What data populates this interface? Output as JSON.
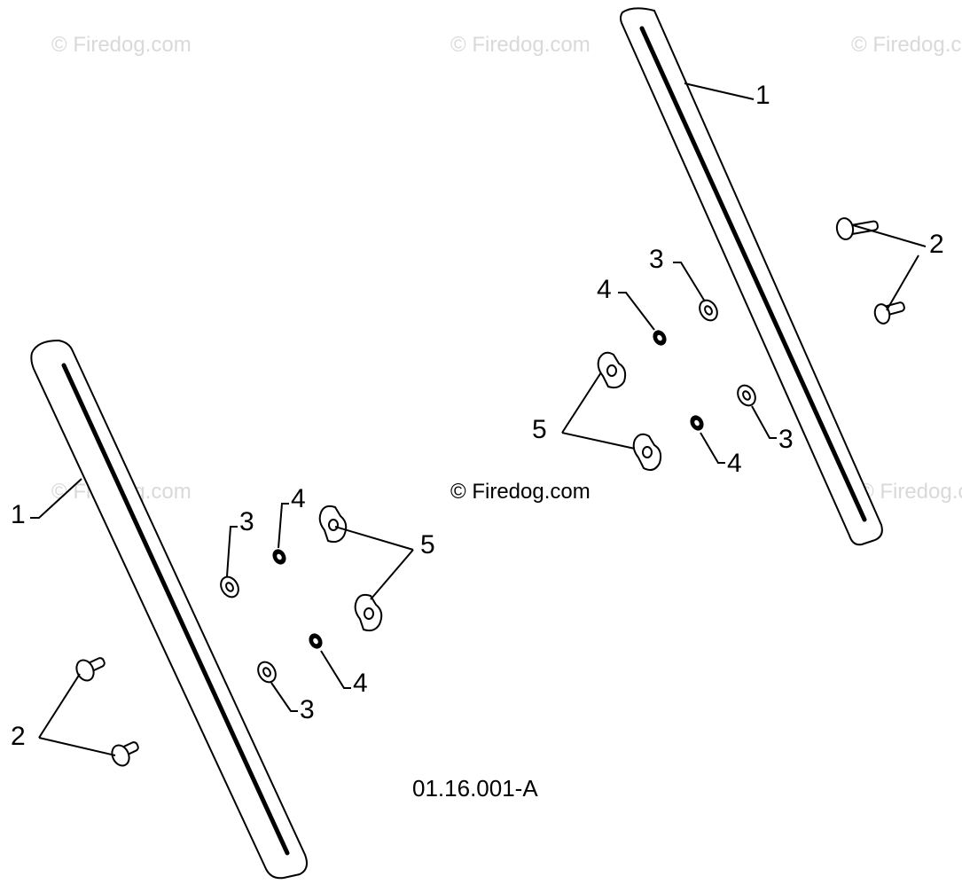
{
  "watermark": "© Firedog.com",
  "credit": "© Firedog.com",
  "drawing_code": "01.16.001-A",
  "callouts": {
    "rail": "1",
    "bolt": "2",
    "washer": "3",
    "lock_washer": "4",
    "wing_nut": "5"
  }
}
